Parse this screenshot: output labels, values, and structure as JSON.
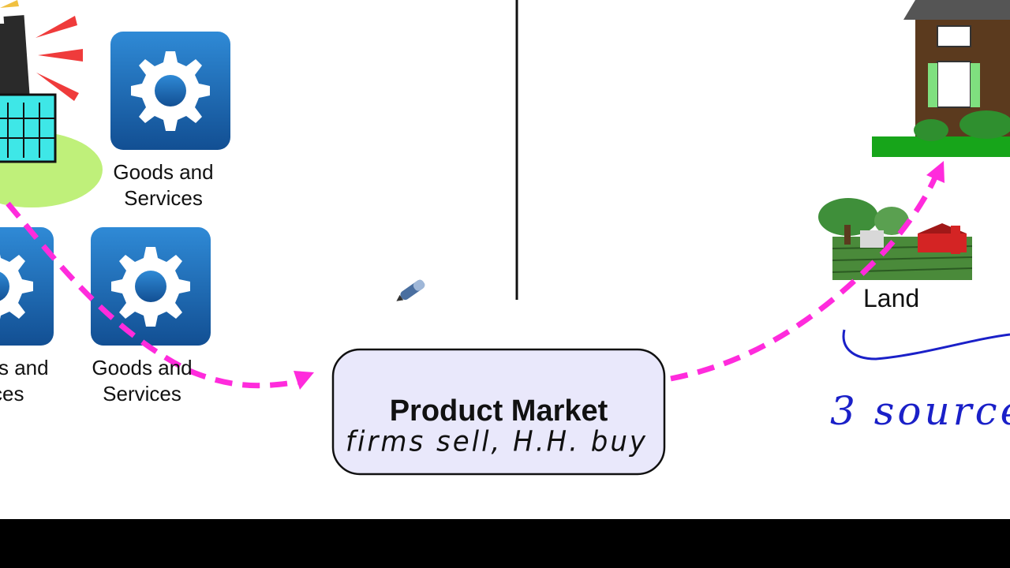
{
  "labels": {
    "gear_top_line1": "Goods and",
    "gear_top_line2": "Services",
    "gear_bottom_right_line1": "Goods and",
    "gear_bottom_right_line2": "Services",
    "gear_bottom_left_line1": "s and",
    "gear_bottom_left_line2": "ces",
    "land": "Land"
  },
  "product_market": {
    "title": "Product Market",
    "handwritten_note": "firms sell, H.H. buy"
  },
  "handwriting_right": "3 source",
  "colors": {
    "arrow": "#ff2bdc",
    "gear_tile": "#1f6fb5",
    "box_fill": "#e9e8fb",
    "ink": "#1a20c8"
  },
  "icons": [
    "factory-icon",
    "gear-icon",
    "house-icon",
    "farm-icon",
    "pen-cursor-icon"
  ]
}
